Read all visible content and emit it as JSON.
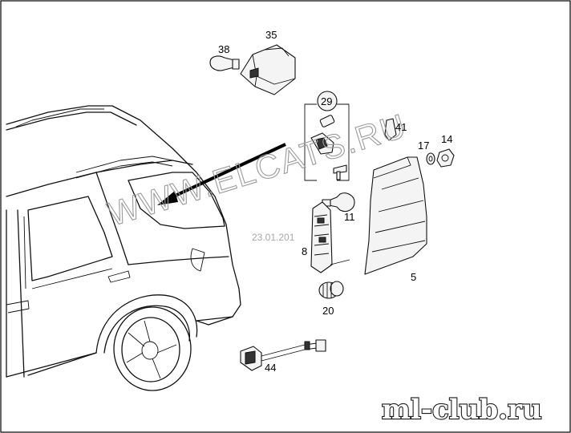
{
  "callouts": {
    "p38": "38",
    "p35": "35",
    "p29": "29",
    "p41": "41",
    "p17": "17",
    "p14": "14",
    "p11": "11",
    "p8": "8",
    "p5": "5",
    "p20": "20",
    "p44": "44"
  },
  "watermark": {
    "site": "WWW.ELCATS.RU",
    "date": "23.01.201",
    "brand": "ml-club.ru"
  }
}
